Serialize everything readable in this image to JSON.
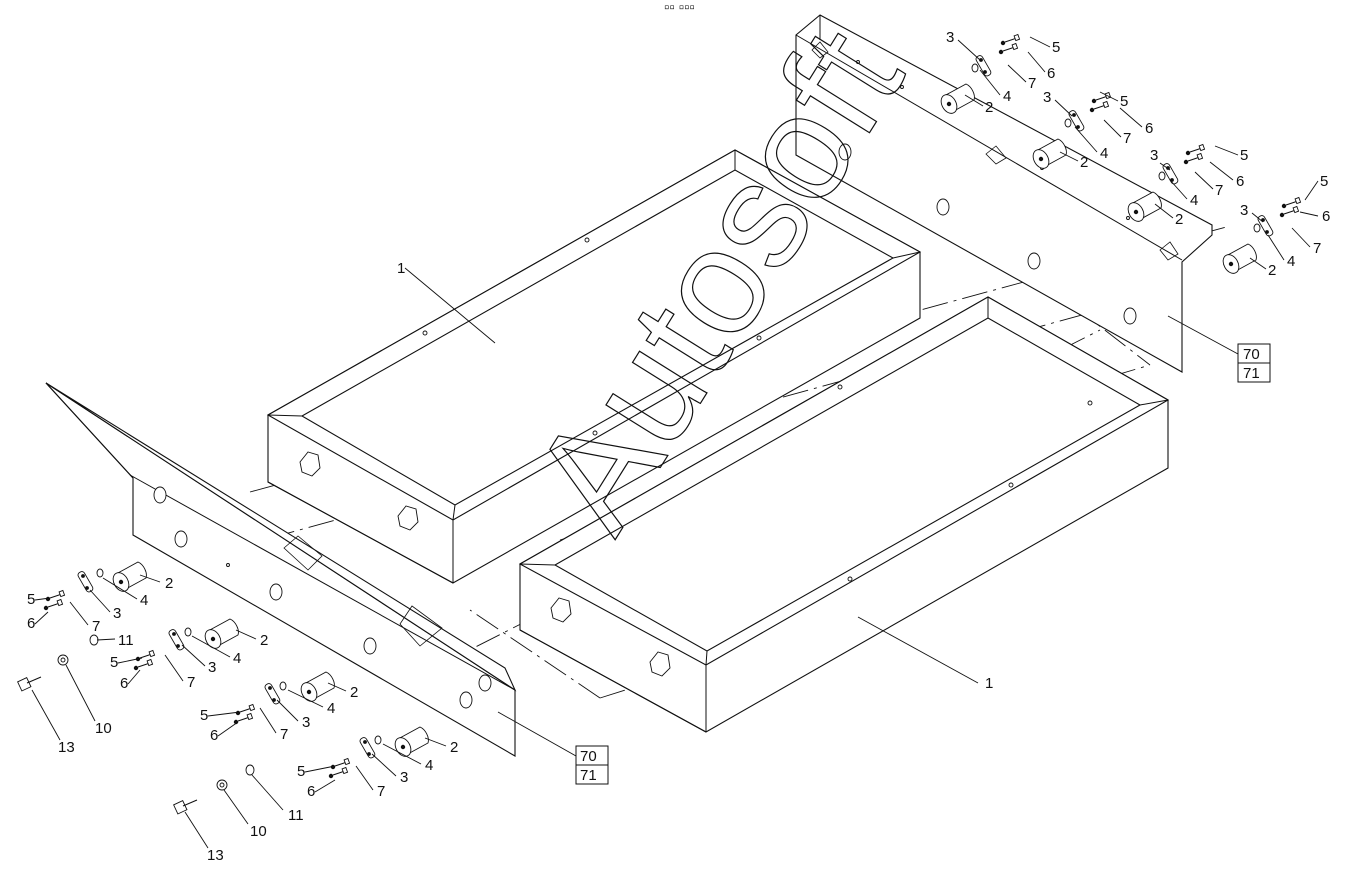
{
  "header_mark": "▫▫ ▫▫▫",
  "watermark_text": "Autosoft",
  "callouts": {
    "tray_left": "1",
    "tray_right": "1",
    "roller": "2",
    "bracket": "3",
    "washer": "4",
    "screw": "5",
    "nut": "6",
    "lock_washer": "7",
    "bushing": "10",
    "flat_washer": "11",
    "bolt": "13"
  },
  "ref_boxes": [
    {
      "top": "70",
      "bottom": "71"
    },
    {
      "top": "70",
      "bottom": "71"
    }
  ]
}
